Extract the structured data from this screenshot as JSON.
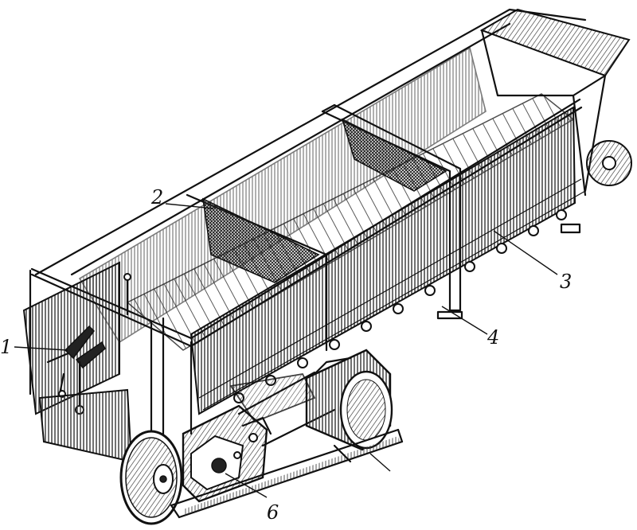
{
  "callouts": {
    "c1": "1",
    "c2": "2",
    "c3": "3",
    "c4": "4",
    "c6": "6"
  },
  "colors": {
    "ink": "#111111",
    "paper": "#ffffff",
    "hatch": "#333333"
  }
}
